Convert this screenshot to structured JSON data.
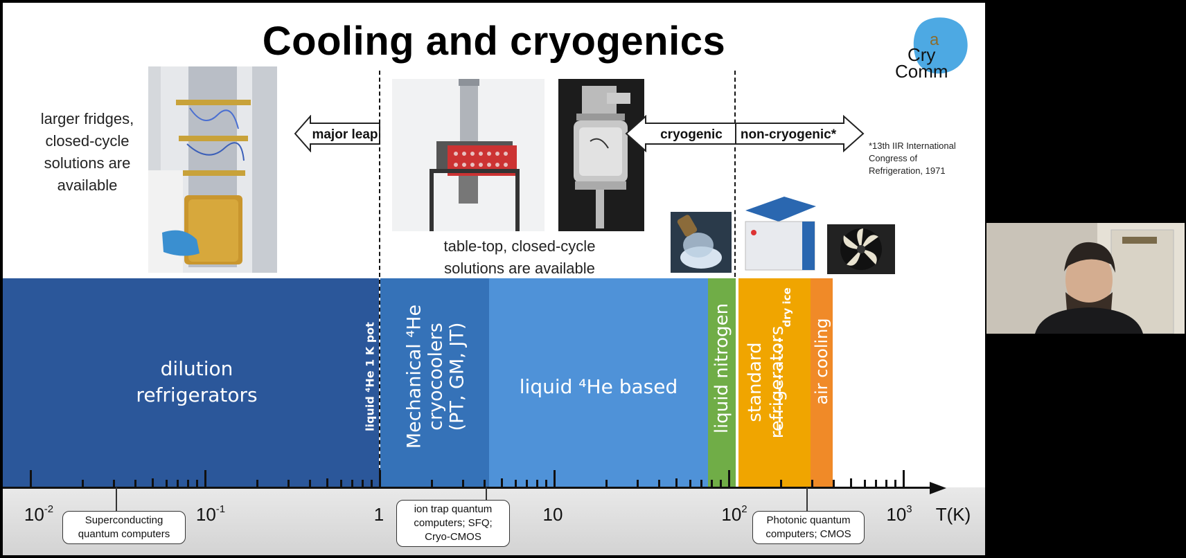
{
  "slide": {
    "title": "Cooling and cryogenics",
    "logo": {
      "letter": "a",
      "line1": "Cry",
      "line2": "Comm",
      "color": "#3aa0e0"
    },
    "left_caption": [
      "larger fridges,",
      "closed-cycle",
      "solutions are",
      "available"
    ],
    "middle_caption": [
      "table-top, closed-cycle",
      "solutions are available"
    ],
    "arrows": {
      "major_leap": "major leap",
      "cryogenic": "cryogenic",
      "non_cryogenic": "non-cryogenic*"
    },
    "footnote": [
      "*13th IIR International",
      "Congress of",
      "Refrigeration, 1971"
    ],
    "bands": {
      "dilution": [
        "dilution",
        "refrigerators"
      ],
      "he_pot": "liquid ⁴He 1 K pot",
      "mechanical": [
        "Mechanical ⁴He",
        "cryocoolers",
        "(PT, GM, JT)"
      ],
      "liquid_he": "liquid ⁴He based",
      "liquid_n": "liquid nitrogen",
      "dry_ice": "dry ice",
      "standard": [
        "standard",
        "refrigerators"
      ],
      "air": "air cooling"
    },
    "axis": {
      "unit": "T(K)",
      "labels": [
        {
          "base": "10",
          "exp": "-2"
        },
        {
          "base": "10",
          "exp": "-1"
        },
        {
          "base": "1",
          "exp": ""
        },
        {
          "base": "10",
          "exp": ""
        },
        {
          "base": "10",
          "exp": "2"
        },
        {
          "base": "10",
          "exp": "3"
        }
      ]
    },
    "callouts": {
      "superconducting": [
        "Superconducting",
        "quantum computers"
      ],
      "ion_trap": [
        "ion trap quantum",
        "computers; SFQ;",
        "Cryo-CMOS"
      ],
      "photonic": [
        "Photonic quantum",
        "computers; CMOS"
      ]
    },
    "colors": {
      "dilution": "#2b579a",
      "mechanical": "#3572b8",
      "liquid_he": "#4f92d8",
      "liquid_n": "#70ad47",
      "standard": "#f0a500",
      "air": "#f08a28"
    }
  }
}
